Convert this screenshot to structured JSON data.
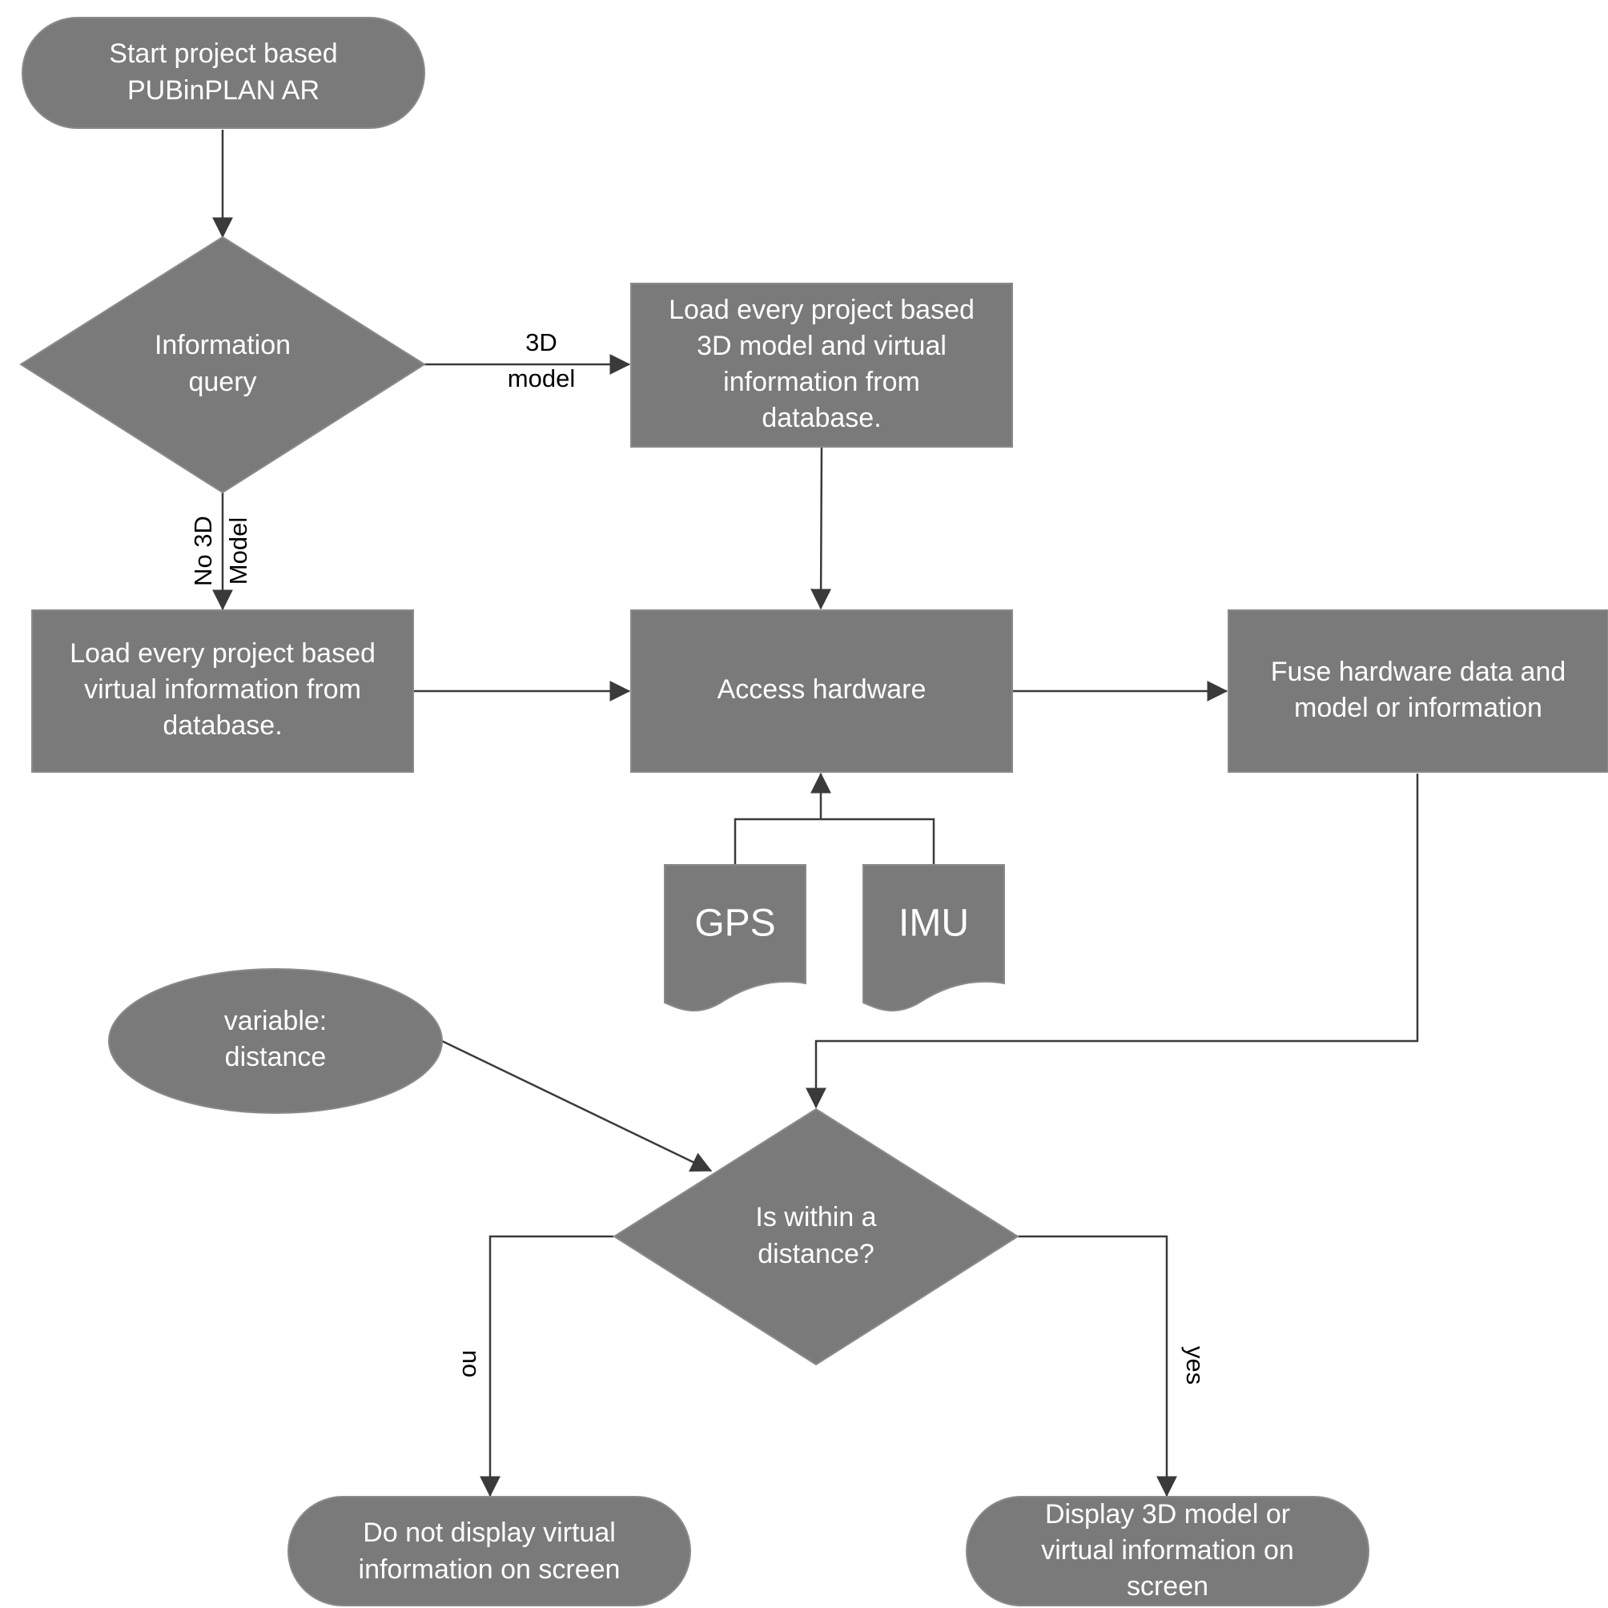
{
  "nodes": {
    "start": [
      "Start project based",
      "PUBinPLAN AR"
    ],
    "info_query": [
      "Information",
      "query"
    ],
    "load_3d": [
      "Load every project based",
      "3D model and virtual",
      "information from",
      "database."
    ],
    "load_virtual": [
      "Load every project based",
      "virtual information from",
      "database."
    ],
    "access_hw": [
      "Access hardware"
    ],
    "fuse": [
      "Fuse hardware data and",
      "model or information"
    ],
    "gps": [
      "GPS"
    ],
    "imu": [
      "IMU"
    ],
    "variable": [
      "variable:",
      "distance"
    ],
    "within": [
      "Is within a",
      "distance?"
    ],
    "no_display": [
      "Do not display virtual",
      "information on screen"
    ],
    "display": [
      "Display 3D model or",
      "virtual information on",
      "screen"
    ]
  },
  "edge_labels": {
    "model_3d": [
      "3D",
      "model"
    ],
    "no_3d_model": [
      "No 3D",
      "Model"
    ],
    "no": "no",
    "yes": "yes"
  }
}
